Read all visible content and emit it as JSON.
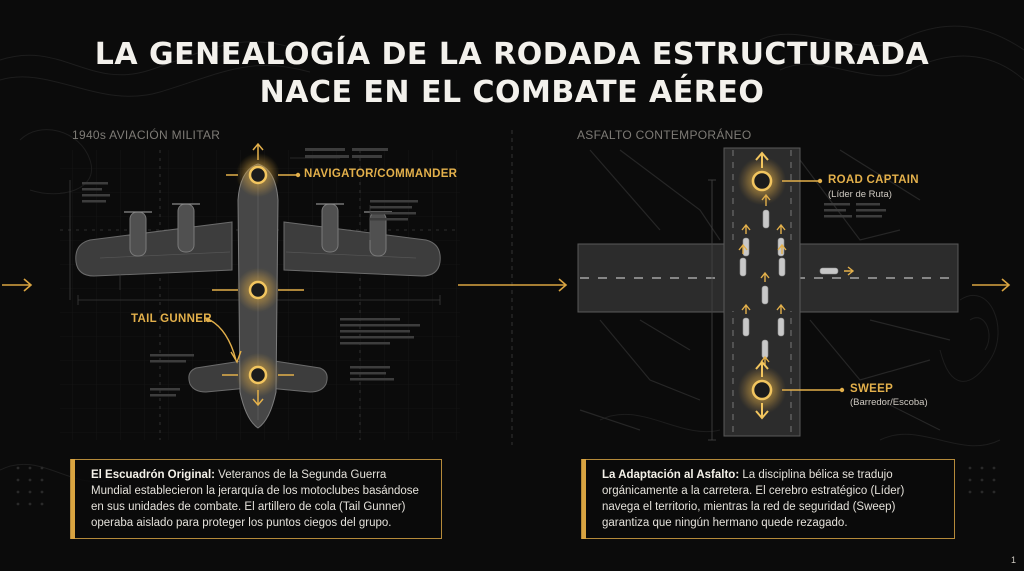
{
  "title_line1": "LA GENEALOGÍA DE LA RODADA ESTRUCTURADA",
  "title_line2": "NACE EN EL COMBATE AÉREO",
  "left": {
    "section_label": "1940s AVIACIÓN MILITAR",
    "callout_navigator": "NAVIGATOR/COMMANDER",
    "callout_tail_gunner": "TAIL GUNNER",
    "box_bold": "El Escuadrón Original:",
    "box_text": " Veteranos de la Segunda Guerra Mundial establecieron la jerarquía de los motoclubes basándose en sus unidades de combate. El artillero de cola (Tail Gunner) operaba aislado para proteger los puntos ciegos del grupo."
  },
  "right": {
    "section_label": "ASFALTO CONTEMPORÁNEO",
    "callout_road_captain": "ROAD CAPTAIN",
    "callout_road_captain_sub": "(Líder de Ruta)",
    "callout_sweep": "SWEEP",
    "callout_sweep_sub": "(Barredor/Escoba)",
    "box_bold": "La Adaptación al Asfalto:",
    "box_text": " La disciplina bélica se tradujo orgánicamente a la carretera. El cerebro estratégico (Líder) navega el territorio, mientras la red de seguridad (Sweep) garantiza que ningún hermano quede rezagado."
  },
  "page_number": "1",
  "colors": {
    "accent": "#e3b04b",
    "background": "#0b0b0b",
    "text": "#e8e6e1"
  }
}
